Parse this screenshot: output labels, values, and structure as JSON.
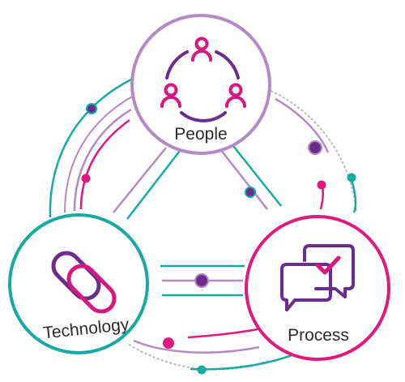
{
  "nodes": {
    "people": {
      "label": "People",
      "icon": "people-group-icon",
      "ring_color": "#b28ac6",
      "icon_colors": [
        "#d6197f",
        "#6b2d8b"
      ]
    },
    "technology": {
      "label": "Technology",
      "icon": "chain-link-icon",
      "ring_color": "#17a9a2",
      "icon_colors": [
        "#6b2d8b",
        "#d6197f"
      ]
    },
    "process": {
      "label": "Process",
      "icon": "chat-bubbles-check-icon",
      "ring_color": "#e0197f",
      "icon_colors": [
        "#6b2d8b",
        "#d6197f"
      ]
    }
  },
  "colors": {
    "purple": "#6b2d8b",
    "lilac": "#b28ac6",
    "teal": "#17a9a2",
    "magenta": "#e0197f",
    "grey_dotted": "#b9b9b9"
  }
}
